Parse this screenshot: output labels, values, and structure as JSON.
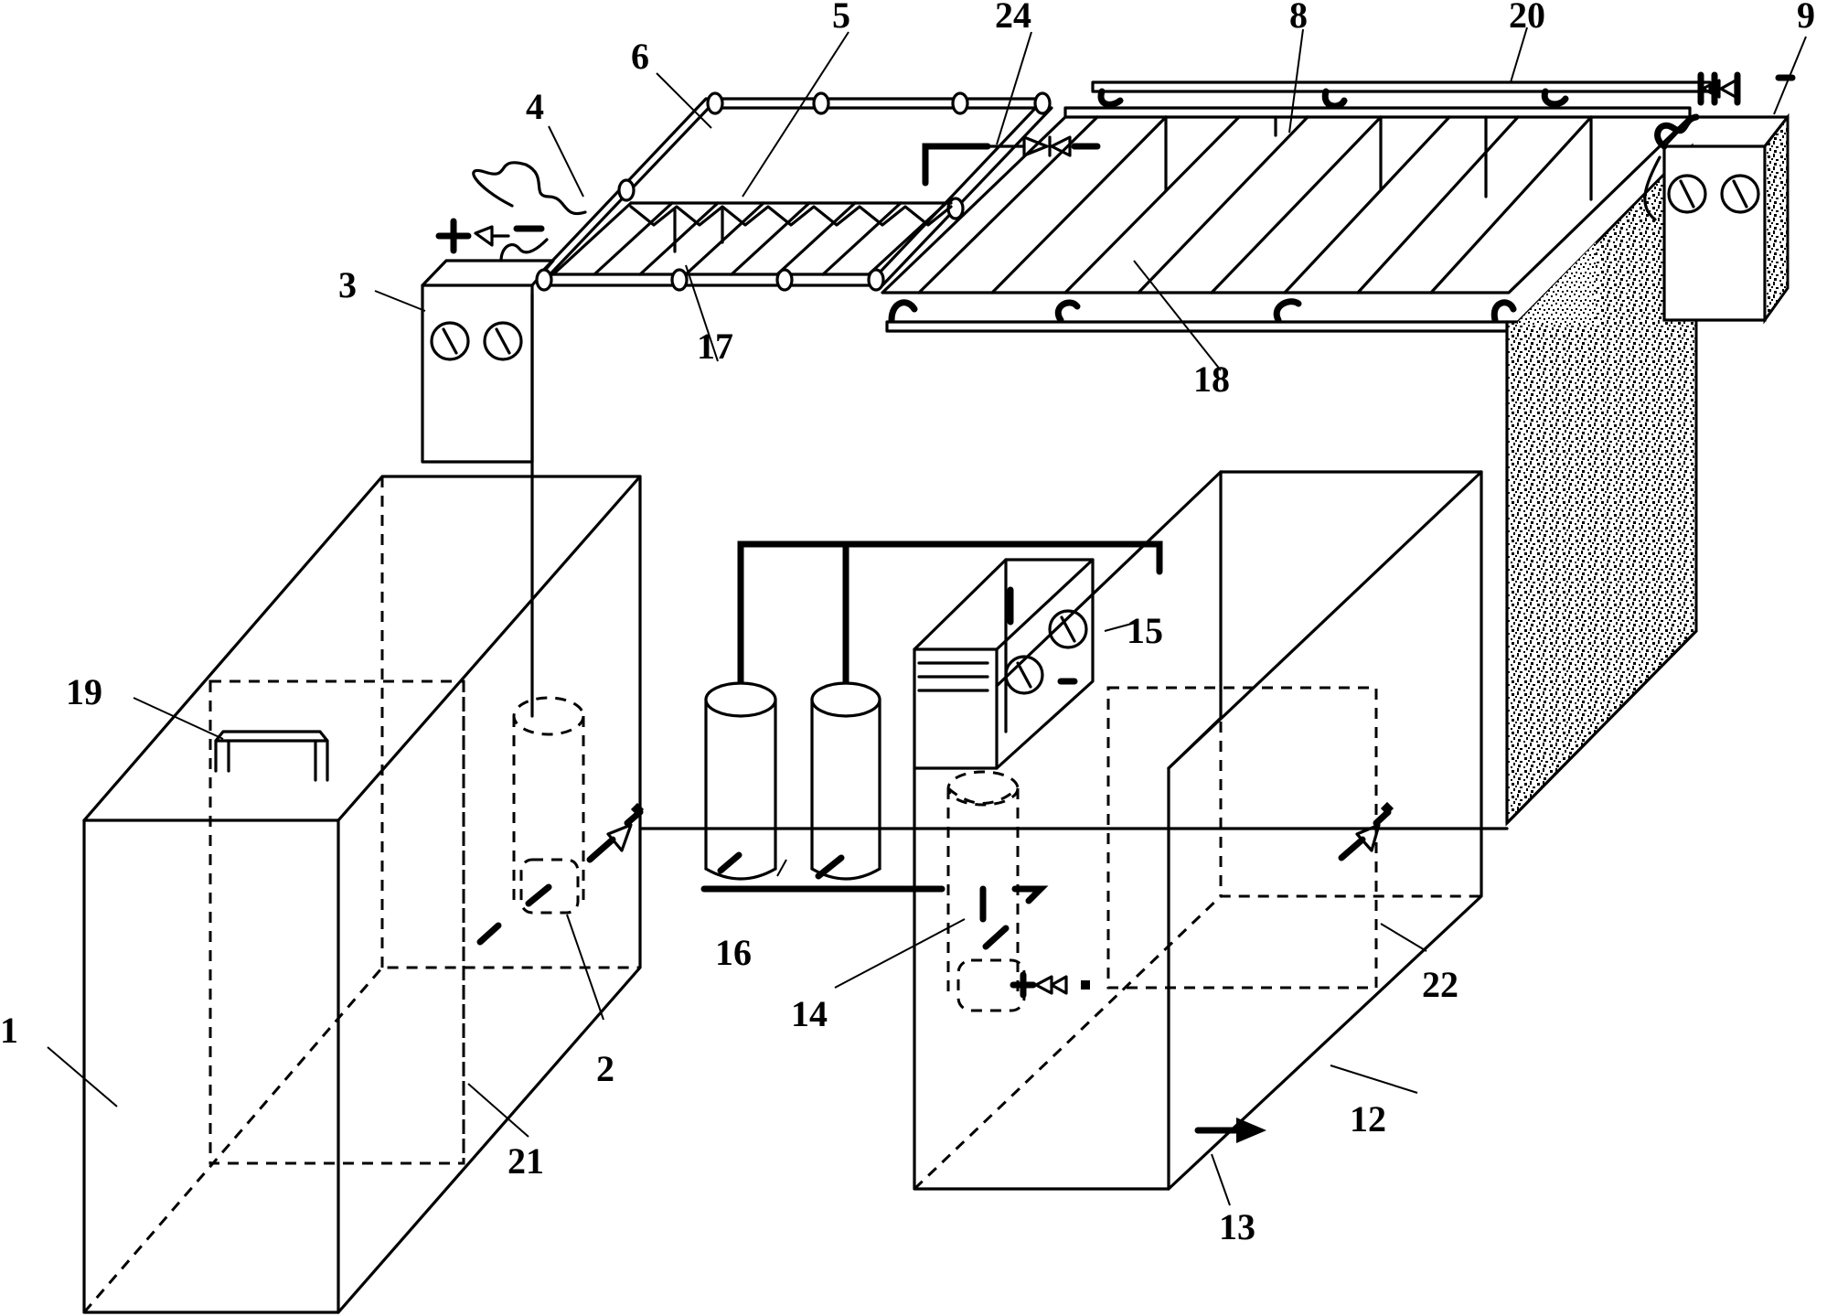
{
  "figure": {
    "labels": [
      {
        "id": "1",
        "text": "1"
      },
      {
        "id": "2",
        "text": "2"
      },
      {
        "id": "3",
        "text": "3"
      },
      {
        "id": "4",
        "text": "4"
      },
      {
        "id": "5",
        "text": "5"
      },
      {
        "id": "6",
        "text": "6"
      },
      {
        "id": "8",
        "text": "8"
      },
      {
        "id": "9",
        "text": "9"
      },
      {
        "id": "12",
        "text": "12"
      },
      {
        "id": "13",
        "text": "13"
      },
      {
        "id": "14",
        "text": "14"
      },
      {
        "id": "15",
        "text": "15"
      },
      {
        "id": "16",
        "text": "16"
      },
      {
        "id": "17",
        "text": "17"
      },
      {
        "id": "18",
        "text": "18"
      },
      {
        "id": "19",
        "text": "19"
      },
      {
        "id": "20",
        "text": "20"
      },
      {
        "id": "21",
        "text": "21"
      },
      {
        "id": "22",
        "text": "22"
      },
      {
        "id": "24",
        "text": "24"
      }
    ]
  }
}
